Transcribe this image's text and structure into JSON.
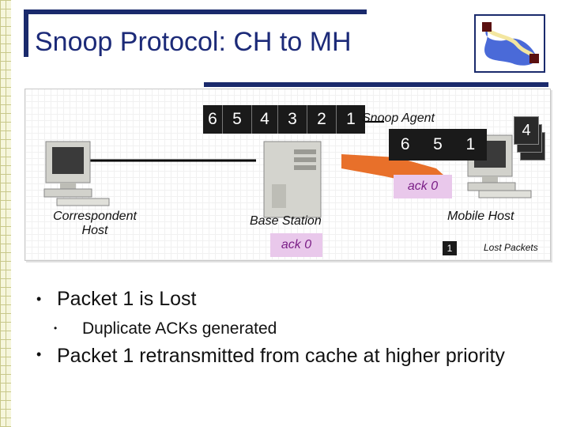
{
  "slide": {
    "title": "Snoop Protocol: CH to MH"
  },
  "diagram": {
    "packets_in_flight": [
      "6",
      "5",
      "4",
      "3",
      "2",
      "1"
    ],
    "snoop_agent_label": "Snoop Agent",
    "cached_packets": [
      "6",
      "5",
      "1"
    ],
    "ack_wireless": "ack 0",
    "correspondent_host_label_line1": "Correspondent",
    "correspondent_host_label_line2": "Host",
    "base_station_label": "Base Station",
    "ack_base_station": "ack 0",
    "mobile_host_label": "Mobile Host",
    "mobile_host_packets": [
      "4",
      "3",
      "2"
    ],
    "lost_packet_number": "1",
    "lost_packets_label": "Lost Packets"
  },
  "bullets": {
    "item1": "Packet 1 is Lost",
    "item1_sub": "Duplicate ACKs generated",
    "item2": "Packet 1 retransmitted from cache at higher priority"
  },
  "colors": {
    "title": "#1c2a78",
    "ack_fill": "#e9c8eb",
    "ack_text": "#7a1e86",
    "wireless_link": "#e8702a"
  }
}
